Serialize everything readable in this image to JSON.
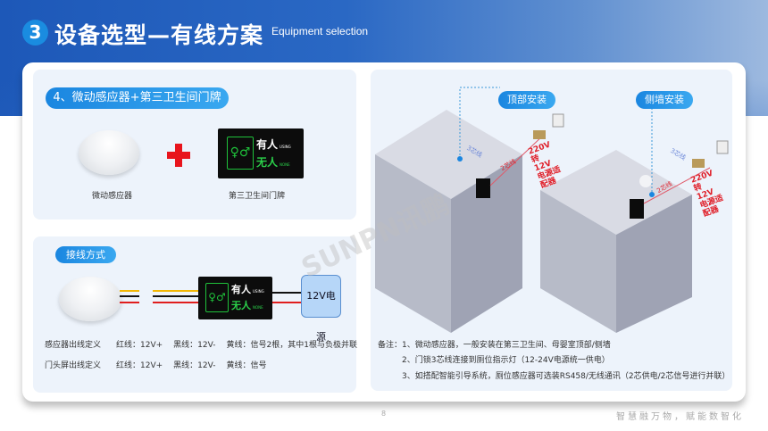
{
  "header": {
    "number": "3",
    "title": "设备选型—有线方案",
    "subtitle": "Equipment selection"
  },
  "panel1": {
    "pill": "4、微动感应器+第三卫生间门牌",
    "plus_icon": "red-plus-icon",
    "sensor_label": "微动感应器",
    "sign_label": "第三卫生间门牌"
  },
  "sign": {
    "occupied": "有人",
    "occupied_en": "USING",
    "vacant": "无人",
    "vacant_en": "NONE"
  },
  "panel2": {
    "pill": "接线方式",
    "psu": "12V电源",
    "rows": [
      {
        "name": "感应器出线定义",
        "red": "红线：12V+",
        "black": "黑线：12V-",
        "yellow": "黄线：信号2根，其中1根与负极并联"
      },
      {
        "name": "门头屏出线定义",
        "red": "红线：12V+",
        "black": "黑线：12V-",
        "yellow": "黄线：信号"
      }
    ],
    "wire_colors": {
      "red": "#e01e1e",
      "black": "#111111",
      "yellow": "#f2b705"
    }
  },
  "diagram": {
    "top_mount": "顶部安装",
    "side_mount": "侧墙安装",
    "adapter": "220V转12V电源适配器",
    "two_core": "2芯线",
    "three_core": "3芯线",
    "watermark": "SUNPN讯鹏"
  },
  "notes": {
    "prefix": "备注：",
    "items": [
      "1、微动感应器，一般安装在第三卫生间、母婴室顶部/侧墙",
      "2、门锁3芯线连接到厕位指示灯（12-24V电源统一供电）",
      "3、如搭配智能引导系统，厕位感应器可选装RS458/无线通讯（2芯供电/2芯信号进行并联）"
    ]
  },
  "footer": {
    "page": "8",
    "slogan": "智慧融万物，赋能数智化"
  },
  "colors": {
    "brand_blue": "#1a86e0",
    "header_blue": "#1d58b8"
  }
}
